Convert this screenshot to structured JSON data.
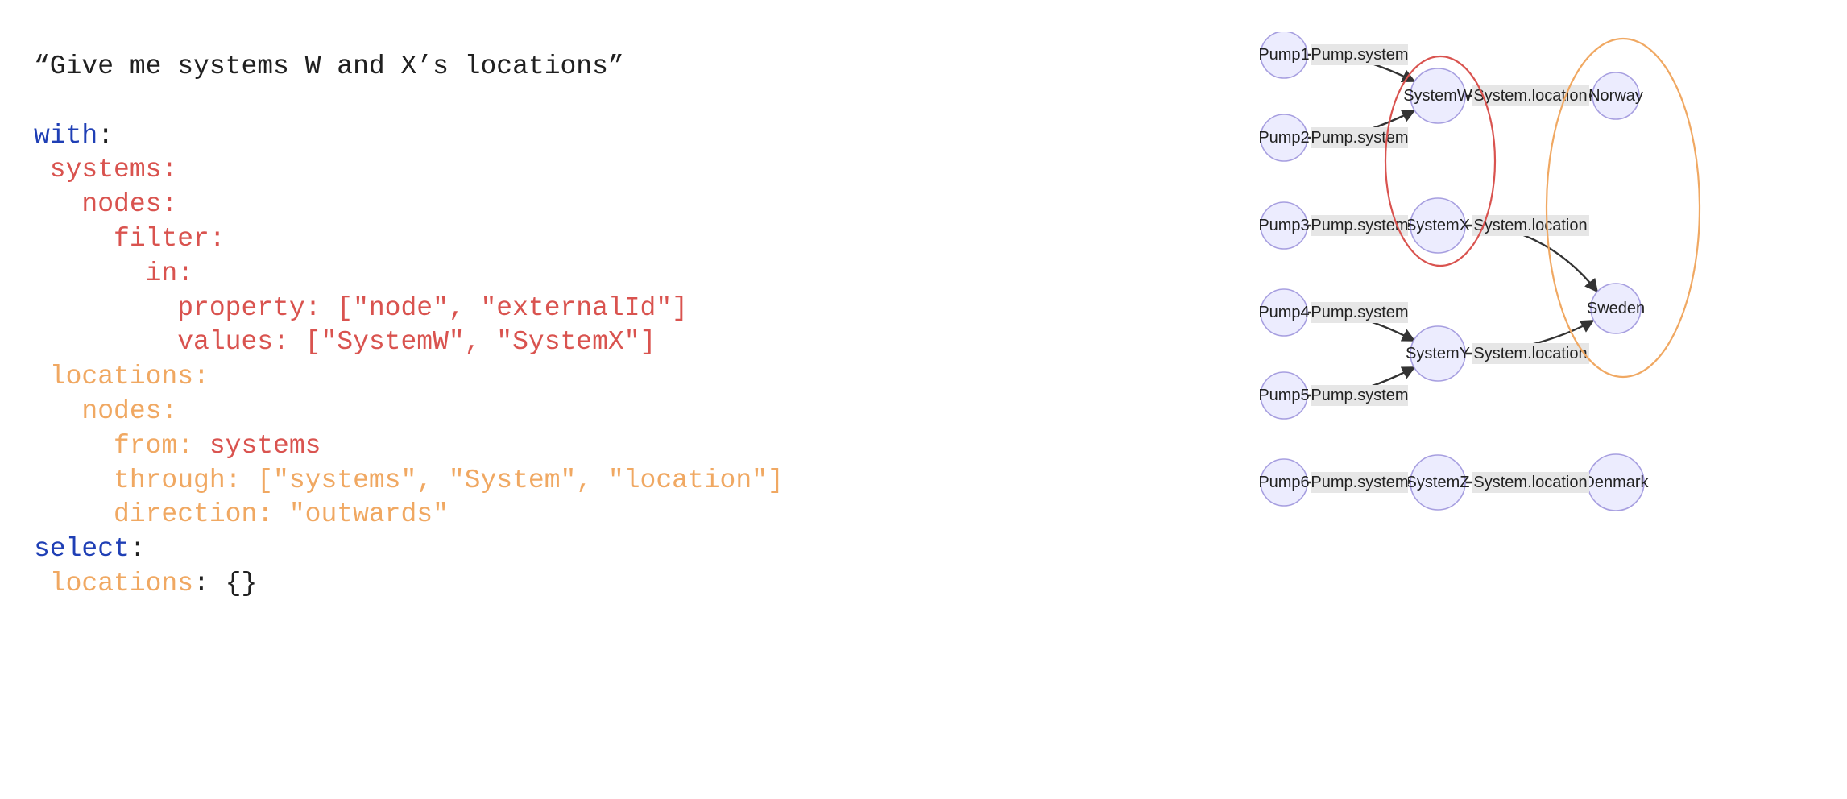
{
  "query_title": "“Give me systems W and X’s locations”",
  "code_lines": [
    [
      {
        "t": "with",
        "c": "kw"
      },
      {
        "t": ":",
        "c": "punct"
      }
    ],
    [
      {
        "t": " systems:",
        "c": "red"
      }
    ],
    [
      {
        "t": "   nodes:",
        "c": "red"
      }
    ],
    [
      {
        "t": "     filter:",
        "c": "red"
      }
    ],
    [
      {
        "t": "       in:",
        "c": "red"
      }
    ],
    [
      {
        "t": "         property: [\"node\", \"externalId\"]",
        "c": "red"
      }
    ],
    [
      {
        "t": "         values: [\"SystemW\", \"SystemX\"]",
        "c": "red"
      }
    ],
    [
      {
        "t": " locations:",
        "c": "orange"
      }
    ],
    [
      {
        "t": "   nodes:",
        "c": "orange"
      }
    ],
    [
      {
        "t": "     from: ",
        "c": "orange"
      },
      {
        "t": "systems",
        "c": "red"
      }
    ],
    [
      {
        "t": "     through: [\"systems\", \"System\", \"location\"]",
        "c": "orange"
      }
    ],
    [
      {
        "t": "     direction: \"outwards\"",
        "c": "orange"
      }
    ],
    [
      {
        "t": "select",
        "c": "kw"
      },
      {
        "t": ":",
        "c": "punct"
      }
    ],
    [
      {
        "t": " locations",
        "c": "orange"
      },
      {
        "t": ": {}",
        "c": "punct"
      }
    ]
  ],
  "colors": {
    "keyword": "#1f3fb5",
    "systems_highlight": "#d9534f",
    "locations_highlight": "#f0a862",
    "node_fill": "#ececfe",
    "node_stroke": "#a79fe0"
  },
  "graph": {
    "nodes": [
      {
        "id": "Pump1",
        "label": "Pump1"
      },
      {
        "id": "Pump2",
        "label": "Pump2"
      },
      {
        "id": "Pump3",
        "label": "Pump3"
      },
      {
        "id": "Pump4",
        "label": "Pump4"
      },
      {
        "id": "Pump5",
        "label": "Pump5"
      },
      {
        "id": "Pump6",
        "label": "Pump6"
      },
      {
        "id": "SystemW",
        "label": "SystemW"
      },
      {
        "id": "SystemX",
        "label": "SystemX"
      },
      {
        "id": "SystemY",
        "label": "SystemY"
      },
      {
        "id": "SystemZ",
        "label": "SystemZ"
      },
      {
        "id": "Norway",
        "label": "Norway"
      },
      {
        "id": "Sweden",
        "label": "Sweden"
      },
      {
        "id": "Denmark",
        "label": "Denmark"
      }
    ],
    "edges": [
      {
        "from": "Pump1",
        "to": "SystemW",
        "label": "Pump.system"
      },
      {
        "from": "Pump2",
        "to": "SystemW",
        "label": "Pump.system"
      },
      {
        "from": "Pump3",
        "to": "SystemX",
        "label": "Pump.system"
      },
      {
        "from": "Pump4",
        "to": "SystemY",
        "label": "Pump.system"
      },
      {
        "from": "Pump5",
        "to": "SystemY",
        "label": "Pump.system"
      },
      {
        "from": "Pump6",
        "to": "SystemZ",
        "label": "Pump.system"
      },
      {
        "from": "SystemW",
        "to": "Norway",
        "label": "System.location"
      },
      {
        "from": "SystemX",
        "to": "Sweden",
        "label": "System.location"
      },
      {
        "from": "SystemY",
        "to": "Sweden",
        "label": "System.location"
      },
      {
        "from": "SystemZ",
        "to": "Denmark",
        "label": "System.location"
      }
    ],
    "highlights": [
      {
        "group": "systems",
        "members": [
          "SystemW",
          "SystemX"
        ],
        "color": "#d9534f"
      },
      {
        "group": "locations",
        "members": [
          "Norway",
          "Sweden"
        ],
        "color": "#f0a862"
      }
    ]
  }
}
